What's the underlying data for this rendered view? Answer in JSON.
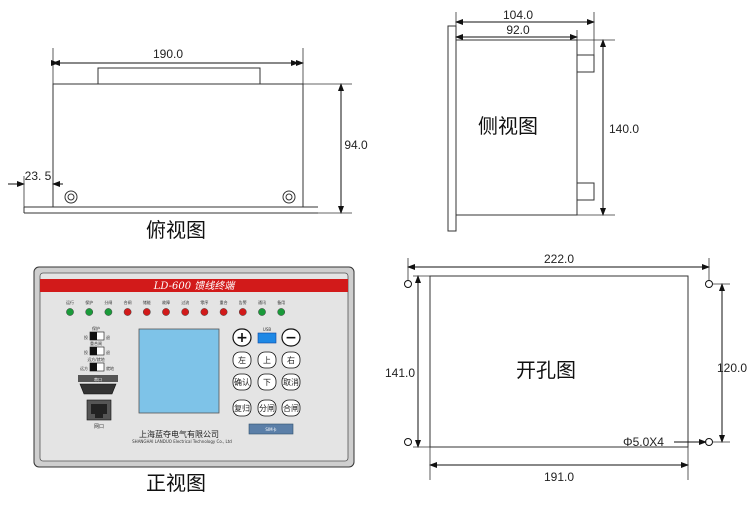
{
  "top_view": {
    "caption": "俯视图",
    "width_label": "190.0",
    "height_label": "94.0",
    "offset_label": "23. 5"
  },
  "side_view": {
    "caption": "侧视图",
    "depth_label": "104.0",
    "inner_depth_label": "92.0",
    "height_label": "140.0"
  },
  "front_view": {
    "caption": "正视图",
    "product_title": "LD-600  馈线终端",
    "indicators": [
      "运行",
      "保护",
      "分闸",
      "合闸",
      "储能",
      "故障",
      "过流",
      "零序",
      "重合",
      "告警",
      "通讯",
      "备用"
    ],
    "indicator_colors": [
      "#1a9a3a",
      "#1a9a3a",
      "#1a9a3a",
      "#d21a1a",
      "#d21a1a",
      "#d21a1a",
      "#d21a1a",
      "#d21a1a",
      "#d21a1a",
      "#d21a1a",
      "#1a9a3a",
      "#1a9a3a"
    ],
    "switches": [
      {
        "top": "保护",
        "left": "投",
        "right": "退"
      },
      {
        "top": "重合闸",
        "left": "投",
        "right": "退"
      },
      {
        "top": "远方/就地",
        "left": "远方",
        "right": "就地"
      }
    ],
    "serial_label": "串口",
    "network_label": "网口",
    "usb_label": "USB",
    "keys": [
      "+",
      "−",
      "左",
      "上",
      "右",
      "确认",
      "下",
      "取消",
      "复归",
      "分闸",
      "合闸"
    ],
    "sim_label": "SIM卡",
    "company_cn": "上海蓝夺电气有限公司",
    "company_en": "SHANGHAI LANDUO Electrical Technology Co., Ltd"
  },
  "cutout_view": {
    "caption": "开孔图",
    "width_label": "222.0",
    "height_label": "141.0",
    "hole_width_label": "191.0",
    "hole_height_label": "120.0",
    "hole_spec": "Φ5.0X4"
  }
}
